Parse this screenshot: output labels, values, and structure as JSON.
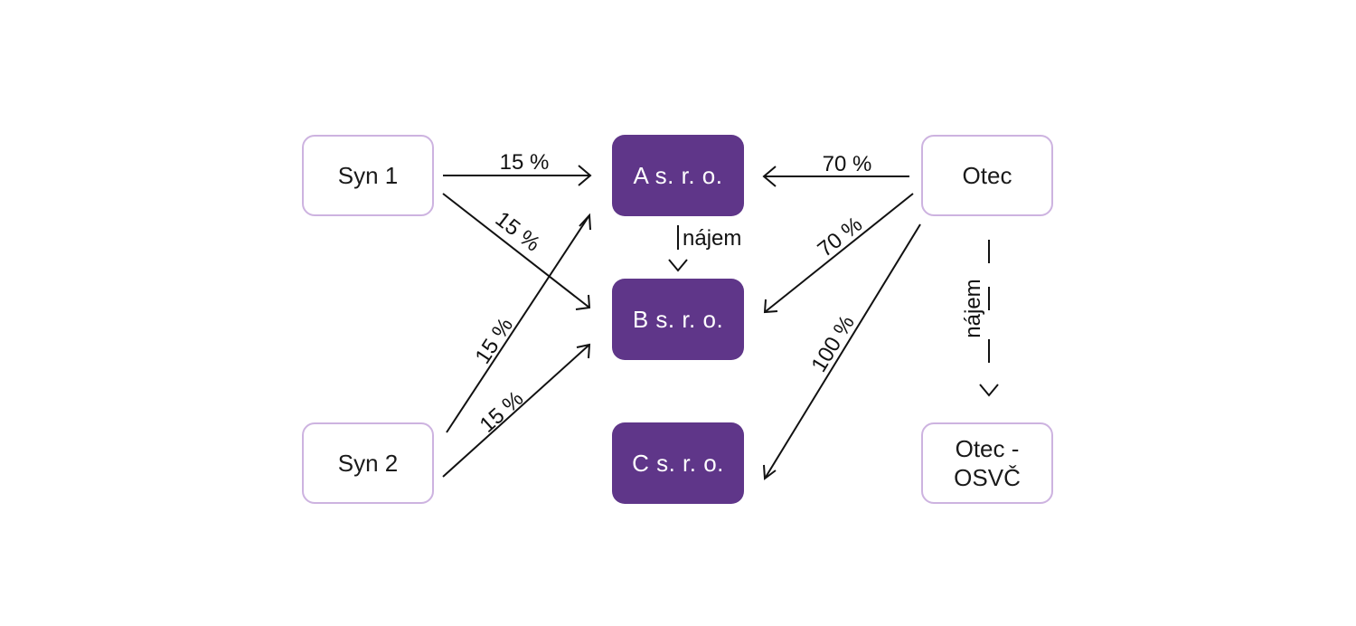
{
  "nodes": {
    "syn1": "Syn 1",
    "syn2": "Syn 2",
    "a": "A s. r. o.",
    "b": "B s. r. o.",
    "c": "C s. r. o.",
    "otec": "Otec",
    "otec_osvc_line1": "Otec -",
    "otec_osvc_line2": "OSVČ"
  },
  "edges": [
    {
      "from": "Syn 1",
      "to": "A s. r. o.",
      "label": "15 %"
    },
    {
      "from": "Syn 1",
      "to": "B s. r. o.",
      "label": "15 %"
    },
    {
      "from": "Syn 2",
      "to": "A s. r. o.",
      "label": "15 %"
    },
    {
      "from": "Syn 2",
      "to": "B s. r. o.",
      "label": "15 %"
    },
    {
      "from": "Otec",
      "to": "A s. r. o.",
      "label": "70 %"
    },
    {
      "from": "Otec",
      "to": "B s. r. o.",
      "label": "70 %"
    },
    {
      "from": "Otec",
      "to": "C s. r. o.",
      "label": "100 %"
    },
    {
      "from": "A s. r. o.",
      "to": "B s. r. o.",
      "label": "nájem",
      "style": "dashed"
    },
    {
      "from": "Otec",
      "to": "Otec - OSVČ",
      "label": "nájem",
      "style": "dashed"
    }
  ],
  "colors": {
    "company_fill": "#5f3689",
    "person_border": "#cdb3e0",
    "line": "#111111"
  }
}
